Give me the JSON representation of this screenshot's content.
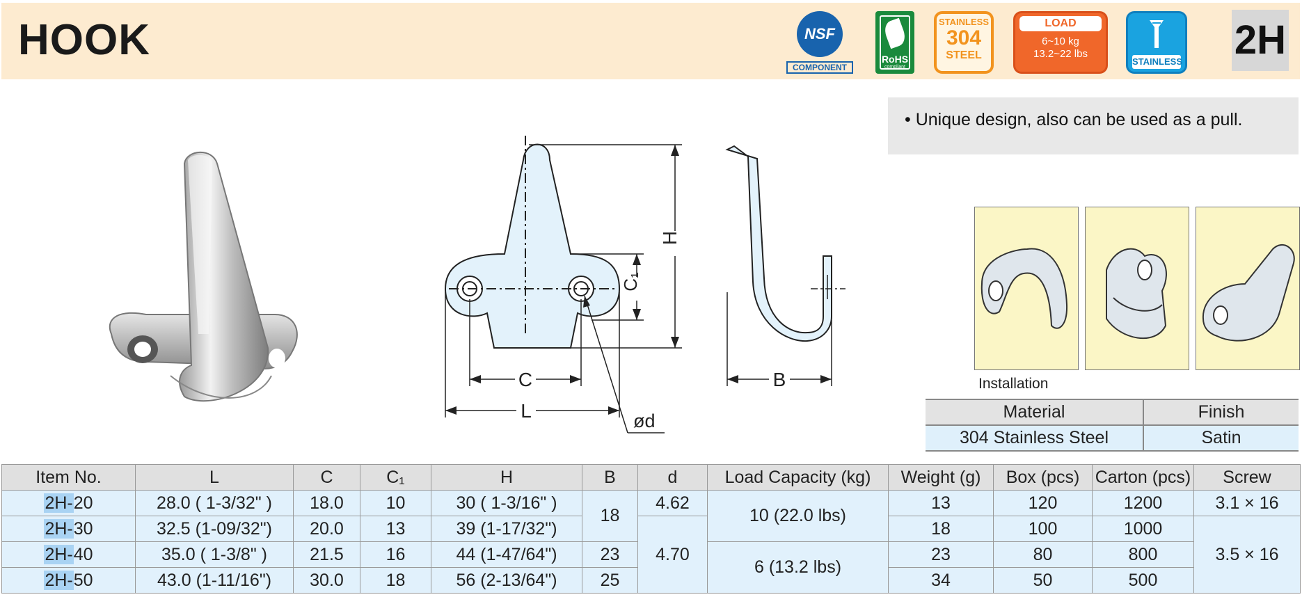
{
  "header": {
    "title": "HOOK",
    "code": "2H"
  },
  "badges": {
    "nsf": {
      "mark": "NSF",
      "label": "COMPONENT"
    },
    "rohs": {
      "label": "RoHS",
      "sub": "compliant"
    },
    "steel": {
      "line1": "STAINLESS",
      "line2": "304",
      "line3": "STEEL"
    },
    "load": {
      "title": "LOAD CAPACITY",
      "kg": "6~10 kg",
      "lbs": "13.2~22 lbs"
    },
    "stainless": {
      "label": "STAINLESS"
    }
  },
  "feature": "• Unique design, also can be used as a pull.",
  "installation_label": "Installation",
  "diagram_labels": {
    "H": "H",
    "C1": "C₁",
    "C": "C",
    "L": "L",
    "B": "B",
    "d": "ød"
  },
  "material_table": {
    "headers": [
      "Material",
      "Finish"
    ],
    "row": [
      "304 Stainless Steel",
      "Satin"
    ]
  },
  "spec_table": {
    "headers": [
      "Item No.",
      "L",
      "C",
      "C₁",
      "H",
      "B",
      "d",
      "Load Capacity (kg)",
      "Weight (g)",
      "Box (pcs)",
      "Carton (pcs)",
      "Screw"
    ],
    "rows": [
      {
        "prefix": "2H-",
        "suffix": "20",
        "L": "28.0 ( 1-3/32\" )",
        "C": "18.0",
        "C1": "10",
        "H": "30 (  1-3/16\" )",
        "weight": "13",
        "box": "120",
        "carton": "1200"
      },
      {
        "prefix": "2H-",
        "suffix": "30",
        "L": "32.5 (1-09/32\")",
        "C": "20.0",
        "C1": "13",
        "H": "39 (1-17/32\")",
        "weight": "18",
        "box": "100",
        "carton": "1000"
      },
      {
        "prefix": "2H-",
        "suffix": "40",
        "L": "35.0 (  1-3/8\"  )",
        "C": "21.5",
        "C1": "16",
        "H": "44 (1-47/64\")",
        "weight": "23",
        "box": "80",
        "carton": "800"
      },
      {
        "prefix": "2H-",
        "suffix": "50",
        "L": "43.0 (1-11/16\")",
        "C": "30.0",
        "C1": "18",
        "H": "56 (2-13/64\")",
        "weight": "34",
        "box": "50",
        "carton": "500"
      }
    ],
    "merged": {
      "B_18": "18",
      "B_23": "23",
      "B_25": "25",
      "d_462": "4.62",
      "d_470": "4.70",
      "load_10": "10 (22.0 lbs)",
      "load_6": "6 (13.2 lbs)",
      "screw_31": "3.1 × 16",
      "screw_35": "3.5 × 16"
    }
  }
}
